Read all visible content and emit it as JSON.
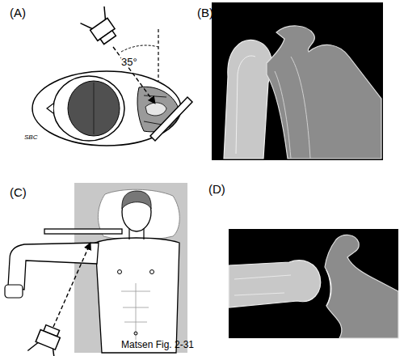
{
  "diagram": {
    "caption": "Matsen Fig. 2-31",
    "labels": [
      "(A)",
      "35°",
      "SBC",
      "(B)",
      "(C)",
      "(D)"
    ]
  }
}
